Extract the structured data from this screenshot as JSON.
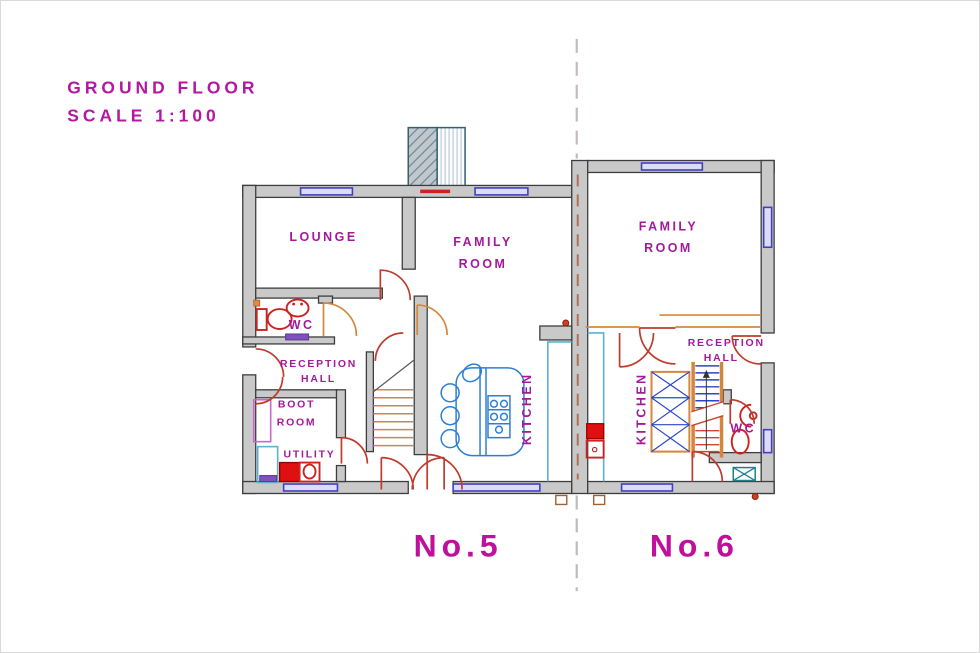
{
  "title": {
    "line1": "GROUND FLOOR",
    "line2": "SCALE 1:100"
  },
  "units": {
    "no5": {
      "label": "No.5",
      "rooms": {
        "lounge": "LOUNGE",
        "family_room": [
          "FAMILY",
          "ROOM"
        ],
        "wc": "WC",
        "reception_hall": [
          "RECEPTION",
          "HALL"
        ],
        "boot_room": [
          "BOOT",
          "ROOM"
        ],
        "utility": "UTILITY",
        "kitchen": "KITCHEN"
      }
    },
    "no6": {
      "label": "No.6",
      "rooms": {
        "family_room": [
          "FAMILY",
          "ROOM"
        ],
        "reception_hall": [
          "RECEPTION",
          "HALL"
        ],
        "kitchen": "KITCHEN",
        "wc": "WC"
      }
    }
  },
  "colors": {
    "title_magenta": "#b317a3",
    "room_label_magenta": "#a21a9c",
    "unit_label_magenta": "#c00f9b",
    "wall_fill": "#c9c9c9",
    "wall_stroke": "#3d3d3d",
    "window_blue": "#4040c0",
    "door_red": "#bf3b2e",
    "door_orange": "#d4873b",
    "fixture_red": "#cc2222",
    "counter_cyan": "#5ab4cc",
    "island_blue": "#2d7fd3",
    "stair_tread_orange": "#cc8844",
    "stair_tread_blue": "#2b46c8",
    "boundary_dash_grey": "#c9b8b8",
    "boundary_dash_brown": "#b07055"
  }
}
